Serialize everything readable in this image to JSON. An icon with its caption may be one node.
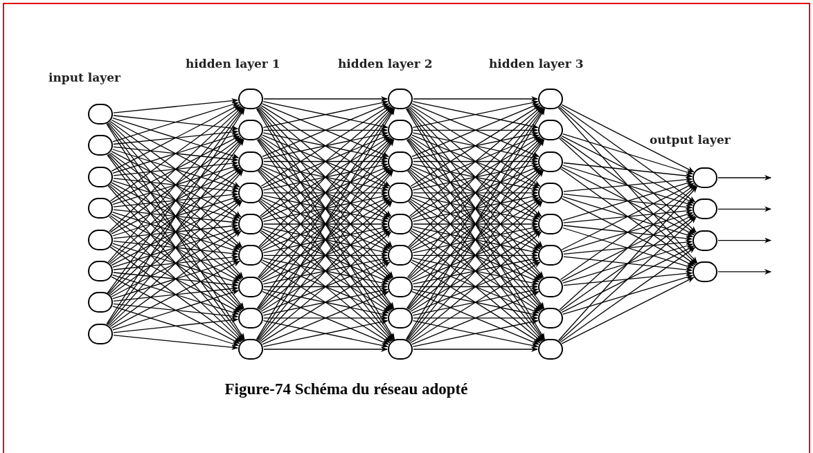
{
  "diagram": {
    "caption": "Figure-74 Schéma du réseau adopté",
    "nodes": [
      {
        "text": [],
        "shape": "circle"
      },
      {
        "text": [],
        "shape": "circle"
      },
      {
        "text": [],
        "shape": "circle"
      },
      {
        "text": [],
        "shape": "circle"
      },
      {
        "text": [],
        "shape": "circle"
      },
      {
        "text": [],
        "shape": "circle"
      },
      {
        "text": [],
        "shape": "circle"
      },
      {
        "text": [],
        "shape": "circle"
      },
      {
        "text": [],
        "shape": "circle"
      },
      {
        "text": [],
        "shape": "circle"
      },
      {
        "text": [],
        "shape": "circle"
      },
      {
        "text": [],
        "shape": "circle"
      },
      {
        "text": [],
        "shape": "circle"
      },
      {
        "text": [],
        "shape": "circle"
      },
      {
        "text": [],
        "shape": "circle"
      },
      {
        "text": [],
        "shape": "circle"
      },
      {
        "text": [],
        "shape": "circle"
      },
      {
        "text": [],
        "shape": "circle"
      },
      {
        "text": [],
        "shape": "circle"
      },
      {
        "text": [],
        "shape": "circle"
      },
      {
        "text": [],
        "shape": "circle"
      },
      {
        "text": [],
        "shape": "circle"
      },
      {
        "text": [],
        "shape": "circle"
      },
      {
        "text": [],
        "shape": "circle"
      },
      {
        "text": [],
        "shape": "circle"
      },
      {
        "text": [],
        "shape": "circle"
      },
      {
        "text": [],
        "shape": "circle"
      },
      {
        "text": [],
        "shape": "circle"
      },
      {
        "text": [],
        "shape": "circle"
      },
      {
        "text": [],
        "shape": "circle"
      },
      {
        "text": [],
        "shape": "circle"
      },
      {
        "text": [],
        "shape": "circle"
      },
      {
        "text": [],
        "shape": "circle"
      },
      {
        "text": [],
        "shape": "circle"
      },
      {
        "text": [],
        "shape": "circle"
      },
      {
        "text": [],
        "shape": "circle"
      },
      {
        "text": [],
        "shape": "circle"
      },
      {
        "text": [],
        "shape": "circle"
      },
      {
        "text": [],
        "shape": "circle"
      }
    ],
    "edges": [
      {
        "from": 0,
        "to": 8,
        "arrow": "to"
      },
      {
        "from": 0,
        "to": 9,
        "arrow": "to"
      },
      {
        "from": 0,
        "to": 10,
        "arrow": "to"
      },
      {
        "from": 0,
        "to": 11,
        "arrow": "to"
      },
      {
        "from": 0,
        "to": 12,
        "arrow": "to"
      },
      {
        "from": 0,
        "to": 13,
        "arrow": "to"
      },
      {
        "from": 0,
        "to": 14,
        "arrow": "to"
      },
      {
        "from": 0,
        "to": 15,
        "arrow": "to"
      },
      {
        "from": 0,
        "to": 16,
        "arrow": "to"
      },
      {
        "from": 1,
        "to": 8,
        "arrow": "to"
      },
      {
        "from": 1,
        "to": 9,
        "arrow": "to"
      },
      {
        "from": 1,
        "to": 10,
        "arrow": "to"
      },
      {
        "from": 1,
        "to": 11,
        "arrow": "to"
      },
      {
        "from": 1,
        "to": 12,
        "arrow": "to"
      },
      {
        "from": 1,
        "to": 13,
        "arrow": "to"
      },
      {
        "from": 1,
        "to": 14,
        "arrow": "to"
      },
      {
        "from": 1,
        "to": 15,
        "arrow": "to"
      },
      {
        "from": 1,
        "to": 16,
        "arrow": "to"
      },
      {
        "from": 2,
        "to": 8,
        "arrow": "to"
      },
      {
        "from": 2,
        "to": 9,
        "arrow": "to"
      },
      {
        "from": 2,
        "to": 10,
        "arrow": "to"
      },
      {
        "from": 2,
        "to": 11,
        "arrow": "to"
      },
      {
        "from": 2,
        "to": 12,
        "arrow": "to"
      },
      {
        "from": 2,
        "to": 13,
        "arrow": "to"
      },
      {
        "from": 2,
        "to": 14,
        "arrow": "to"
      },
      {
        "from": 2,
        "to": 15,
        "arrow": "to"
      },
      {
        "from": 2,
        "to": 16,
        "arrow": "to"
      },
      {
        "from": 3,
        "to": 8,
        "arrow": "to"
      },
      {
        "from": 3,
        "to": 9,
        "arrow": "to"
      },
      {
        "from": 3,
        "to": 10,
        "arrow": "to"
      },
      {
        "from": 3,
        "to": 11,
        "arrow": "to"
      },
      {
        "from": 3,
        "to": 12,
        "arrow": "to"
      },
      {
        "from": 3,
        "to": 13,
        "arrow": "to"
      },
      {
        "from": 3,
        "to": 14,
        "arrow": "to"
      },
      {
        "from": 3,
        "to": 15,
        "arrow": "to"
      },
      {
        "from": 3,
        "to": 16,
        "arrow": "to"
      },
      {
        "from": 4,
        "to": 8,
        "arrow": "to"
      },
      {
        "from": 4,
        "to": 9,
        "arrow": "to"
      },
      {
        "from": 4,
        "to": 10,
        "arrow": "to"
      },
      {
        "from": 4,
        "to": 11,
        "arrow": "to"
      },
      {
        "from": 4,
        "to": 12,
        "arrow": "to"
      },
      {
        "from": 4,
        "to": 13,
        "arrow": "to"
      },
      {
        "from": 4,
        "to": 14,
        "arrow": "to"
      },
      {
        "from": 4,
        "to": 15,
        "arrow": "to"
      },
      {
        "from": 4,
        "to": 16,
        "arrow": "to"
      },
      {
        "from": 5,
        "to": 8,
        "arrow": "to"
      },
      {
        "from": 5,
        "to": 9,
        "arrow": "to"
      },
      {
        "from": 5,
        "to": 10,
        "arrow": "to"
      },
      {
        "from": 5,
        "to": 11,
        "arrow": "to"
      },
      {
        "from": 5,
        "to": 12,
        "arrow": "to"
      },
      {
        "from": 5,
        "to": 13,
        "arrow": "to"
      },
      {
        "from": 5,
        "to": 14,
        "arrow": "to"
      },
      {
        "from": 5,
        "to": 15,
        "arrow": "to"
      },
      {
        "from": 5,
        "to": 16,
        "arrow": "to"
      },
      {
        "from": 6,
        "to": 8,
        "arrow": "to"
      },
      {
        "from": 6,
        "to": 9,
        "arrow": "to"
      },
      {
        "from": 6,
        "to": 10,
        "arrow": "to"
      },
      {
        "from": 6,
        "to": 11,
        "arrow": "to"
      },
      {
        "from": 6,
        "to": 12,
        "arrow": "to"
      },
      {
        "from": 6,
        "to": 13,
        "arrow": "to"
      },
      {
        "from": 6,
        "to": 14,
        "arrow": "to"
      },
      {
        "from": 6,
        "to": 15,
        "arrow": "to"
      },
      {
        "from": 6,
        "to": 16,
        "arrow": "to"
      },
      {
        "from": 7,
        "to": 8,
        "arrow": "to"
      },
      {
        "from": 7,
        "to": 9,
        "arrow": "to"
      },
      {
        "from": 7,
        "to": 10,
        "arrow": "to"
      },
      {
        "from": 7,
        "to": 11,
        "arrow": "to"
      },
      {
        "from": 7,
        "to": 12,
        "arrow": "to"
      },
      {
        "from": 7,
        "to": 13,
        "arrow": "to"
      },
      {
        "from": 7,
        "to": 14,
        "arrow": "to"
      },
      {
        "from": 7,
        "to": 15,
        "arrow": "to"
      },
      {
        "from": 7,
        "to": 16,
        "arrow": "to"
      },
      {
        "from": 8,
        "to": 17,
        "arrow": "to"
      },
      {
        "from": 8,
        "to": 18,
        "arrow": "to"
      },
      {
        "from": 8,
        "to": 19,
        "arrow": "to"
      },
      {
        "from": 8,
        "to": 20,
        "arrow": "to"
      },
      {
        "from": 8,
        "to": 21,
        "arrow": "to"
      },
      {
        "from": 8,
        "to": 22,
        "arrow": "to"
      },
      {
        "from": 8,
        "to": 23,
        "arrow": "to"
      },
      {
        "from": 8,
        "to": 24,
        "arrow": "to"
      },
      {
        "from": 8,
        "to": 25,
        "arrow": "to"
      },
      {
        "from": 9,
        "to": 17,
        "arrow": "to"
      },
      {
        "from": 9,
        "to": 18,
        "arrow": "to"
      },
      {
        "from": 9,
        "to": 19,
        "arrow": "to"
      },
      {
        "from": 9,
        "to": 20,
        "arrow": "to"
      },
      {
        "from": 9,
        "to": 21,
        "arrow": "to"
      },
      {
        "from": 9,
        "to": 22,
        "arrow": "to"
      },
      {
        "from": 9,
        "to": 23,
        "arrow": "to"
      },
      {
        "from": 9,
        "to": 24,
        "arrow": "to"
      },
      {
        "from": 9,
        "to": 25,
        "arrow": "to"
      },
      {
        "from": 10,
        "to": 17,
        "arrow": "to"
      },
      {
        "from": 10,
        "to": 18,
        "arrow": "to"
      },
      {
        "from": 10,
        "to": 19,
        "arrow": "to"
      },
      {
        "from": 10,
        "to": 20,
        "arrow": "to"
      },
      {
        "from": 10,
        "to": 21,
        "arrow": "to"
      },
      {
        "from": 10,
        "to": 22,
        "arrow": "to"
      },
      {
        "from": 10,
        "to": 23,
        "arrow": "to"
      },
      {
        "from": 10,
        "to": 24,
        "arrow": "to"
      },
      {
        "from": 10,
        "to": 25,
        "arrow": "to"
      },
      {
        "from": 11,
        "to": 17,
        "arrow": "to"
      },
      {
        "from": 11,
        "to": 18,
        "arrow": "to"
      },
      {
        "from": 11,
        "to": 19,
        "arrow": "to"
      },
      {
        "from": 11,
        "to": 20,
        "arrow": "to"
      },
      {
        "from": 11,
        "to": 21,
        "arrow": "to"
      },
      {
        "from": 11,
        "to": 22,
        "arrow": "to"
      },
      {
        "from": 11,
        "to": 23,
        "arrow": "to"
      },
      {
        "from": 11,
        "to": 24,
        "arrow": "to"
      },
      {
        "from": 11,
        "to": 25,
        "arrow": "to"
      },
      {
        "from": 12,
        "to": 17,
        "arrow": "to"
      },
      {
        "from": 12,
        "to": 18,
        "arrow": "to"
      },
      {
        "from": 12,
        "to": 19,
        "arrow": "to"
      },
      {
        "from": 12,
        "to": 20,
        "arrow": "to"
      },
      {
        "from": 12,
        "to": 21,
        "arrow": "to"
      },
      {
        "from": 12,
        "to": 22,
        "arrow": "to"
      },
      {
        "from": 12,
        "to": 23,
        "arrow": "to"
      },
      {
        "from": 12,
        "to": 24,
        "arrow": "to"
      },
      {
        "from": 12,
        "to": 25,
        "arrow": "to"
      },
      {
        "from": 13,
        "to": 17,
        "arrow": "to"
      },
      {
        "from": 13,
        "to": 18,
        "arrow": "to"
      },
      {
        "from": 13,
        "to": 19,
        "arrow": "to"
      },
      {
        "from": 13,
        "to": 20,
        "arrow": "to"
      },
      {
        "from": 13,
        "to": 21,
        "arrow": "to"
      },
      {
        "from": 13,
        "to": 22,
        "arrow": "to"
      },
      {
        "from": 13,
        "to": 23,
        "arrow": "to"
      },
      {
        "from": 13,
        "to": 24,
        "arrow": "to"
      },
      {
        "from": 13,
        "to": 25,
        "arrow": "to"
      },
      {
        "from": 14,
        "to": 17,
        "arrow": "to"
      },
      {
        "from": 14,
        "to": 18,
        "arrow": "to"
      },
      {
        "from": 14,
        "to": 19,
        "arrow": "to"
      },
      {
        "from": 14,
        "to": 20,
        "arrow": "to"
      },
      {
        "from": 14,
        "to": 21,
        "arrow": "to"
      },
      {
        "from": 14,
        "to": 22,
        "arrow": "to"
      },
      {
        "from": 14,
        "to": 23,
        "arrow": "to"
      },
      {
        "from": 14,
        "to": 24,
        "arrow": "to"
      },
      {
        "from": 14,
        "to": 25,
        "arrow": "to"
      },
      {
        "from": 15,
        "to": 17,
        "arrow": "to"
      },
      {
        "from": 15,
        "to": 18,
        "arrow": "to"
      },
      {
        "from": 15,
        "to": 19,
        "arrow": "to"
      },
      {
        "from": 15,
        "to": 20,
        "arrow": "to"
      },
      {
        "from": 15,
        "to": 21,
        "arrow": "to"
      },
      {
        "from": 15,
        "to": 22,
        "arrow": "to"
      },
      {
        "from": 15,
        "to": 23,
        "arrow": "to"
      },
      {
        "from": 15,
        "to": 24,
        "arrow": "to"
      },
      {
        "from": 15,
        "to": 25,
        "arrow": "to"
      },
      {
        "from": 16,
        "to": 17,
        "arrow": "to"
      },
      {
        "from": 16,
        "to": 18,
        "arrow": "to"
      },
      {
        "from": 16,
        "to": 19,
        "arrow": "to"
      },
      {
        "from": 16,
        "to": 20,
        "arrow": "to"
      },
      {
        "from": 16,
        "to": 21,
        "arrow": "to"
      },
      {
        "from": 16,
        "to": 22,
        "arrow": "to"
      },
      {
        "from": 16,
        "to": 23,
        "arrow": "to"
      },
      {
        "from": 16,
        "to": 24,
        "arrow": "to"
      },
      {
        "from": 16,
        "to": 25,
        "arrow": "to"
      },
      {
        "from": 17,
        "to": 26,
        "arrow": "to"
      },
      {
        "from": 17,
        "to": 27,
        "arrow": "to"
      },
      {
        "from": 17,
        "to": 28,
        "arrow": "to"
      },
      {
        "from": 17,
        "to": 29,
        "arrow": "to"
      },
      {
        "from": 17,
        "to": 30,
        "arrow": "to"
      },
      {
        "from": 17,
        "to": 31,
        "arrow": "to"
      },
      {
        "from": 17,
        "to": 32,
        "arrow": "to"
      },
      {
        "from": 17,
        "to": 33,
        "arrow": "to"
      },
      {
        "from": 17,
        "to": 34,
        "arrow": "to"
      },
      {
        "from": 18,
        "to": 26,
        "arrow": "to"
      },
      {
        "from": 18,
        "to": 27,
        "arrow": "to"
      },
      {
        "from": 18,
        "to": 28,
        "arrow": "to"
      },
      {
        "from": 18,
        "to": 29,
        "arrow": "to"
      },
      {
        "from": 18,
        "to": 30,
        "arrow": "to"
      },
      {
        "from": 18,
        "to": 31,
        "arrow": "to"
      },
      {
        "from": 18,
        "to": 32,
        "arrow": "to"
      },
      {
        "from": 18,
        "to": 33,
        "arrow": "to"
      },
      {
        "from": 18,
        "to": 34,
        "arrow": "to"
      },
      {
        "from": 19,
        "to": 26,
        "arrow": "to"
      },
      {
        "from": 19,
        "to": 27,
        "arrow": "to"
      },
      {
        "from": 19,
        "to": 28,
        "arrow": "to"
      },
      {
        "from": 19,
        "to": 29,
        "arrow": "to"
      },
      {
        "from": 19,
        "to": 30,
        "arrow": "to"
      },
      {
        "from": 19,
        "to": 31,
        "arrow": "to"
      },
      {
        "from": 19,
        "to": 32,
        "arrow": "to"
      },
      {
        "from": 19,
        "to": 33,
        "arrow": "to"
      },
      {
        "from": 19,
        "to": 34,
        "arrow": "to"
      },
      {
        "from": 20,
        "to": 26,
        "arrow": "to"
      },
      {
        "from": 20,
        "to": 27,
        "arrow": "to"
      },
      {
        "from": 20,
        "to": 28,
        "arrow": "to"
      },
      {
        "from": 20,
        "to": 29,
        "arrow": "to"
      },
      {
        "from": 20,
        "to": 30,
        "arrow": "to"
      },
      {
        "from": 20,
        "to": 31,
        "arrow": "to"
      },
      {
        "from": 20,
        "to": 32,
        "arrow": "to"
      },
      {
        "from": 20,
        "to": 33,
        "arrow": "to"
      },
      {
        "from": 20,
        "to": 34,
        "arrow": "to"
      },
      {
        "from": 21,
        "to": 26,
        "arrow": "to"
      },
      {
        "from": 21,
        "to": 27,
        "arrow": "to"
      },
      {
        "from": 21,
        "to": 28,
        "arrow": "to"
      },
      {
        "from": 21,
        "to": 29,
        "arrow": "to"
      },
      {
        "from": 21,
        "to": 30,
        "arrow": "to"
      },
      {
        "from": 21,
        "to": 31,
        "arrow": "to"
      },
      {
        "from": 21,
        "to": 32,
        "arrow": "to"
      },
      {
        "from": 21,
        "to": 33,
        "arrow": "to"
      },
      {
        "from": 21,
        "to": 34,
        "arrow": "to"
      },
      {
        "from": 22,
        "to": 26,
        "arrow": "to"
      },
      {
        "from": 22,
        "to": 27,
        "arrow": "to"
      },
      {
        "from": 22,
        "to": 28,
        "arrow": "to"
      },
      {
        "from": 22,
        "to": 29,
        "arrow": "to"
      },
      {
        "from": 22,
        "to": 30,
        "arrow": "to"
      },
      {
        "from": 22,
        "to": 31,
        "arrow": "to"
      },
      {
        "from": 22,
        "to": 32,
        "arrow": "to"
      },
      {
        "from": 22,
        "to": 33,
        "arrow": "to"
      },
      {
        "from": 22,
        "to": 34,
        "arrow": "to"
      },
      {
        "from": 23,
        "to": 26,
        "arrow": "to"
      },
      {
        "from": 23,
        "to": 27,
        "arrow": "to"
      },
      {
        "from": 23,
        "to": 28,
        "arrow": "to"
      },
      {
        "from": 23,
        "to": 29,
        "arrow": "to"
      },
      {
        "from": 23,
        "to": 30,
        "arrow": "to"
      },
      {
        "from": 23,
        "to": 31,
        "arrow": "to"
      },
      {
        "from": 23,
        "to": 32,
        "arrow": "to"
      },
      {
        "from": 23,
        "to": 33,
        "arrow": "to"
      },
      {
        "from": 23,
        "to": 34,
        "arrow": "to"
      },
      {
        "from": 24,
        "to": 26,
        "arrow": "to"
      },
      {
        "from": 24,
        "to": 27,
        "arrow": "to"
      },
      {
        "from": 24,
        "to": 28,
        "arrow": "to"
      },
      {
        "from": 24,
        "to": 29,
        "arrow": "to"
      },
      {
        "from": 24,
        "to": 30,
        "arrow": "to"
      },
      {
        "from": 24,
        "to": 31,
        "arrow": "to"
      },
      {
        "from": 24,
        "to": 32,
        "arrow": "to"
      },
      {
        "from": 24,
        "to": 33,
        "arrow": "to"
      },
      {
        "from": 24,
        "to": 34,
        "arrow": "to"
      },
      {
        "from": 25,
        "to": 26,
        "arrow": "to"
      },
      {
        "from": 25,
        "to": 27,
        "arrow": "to"
      },
      {
        "from": 25,
        "to": 28,
        "arrow": "to"
      },
      {
        "from": 25,
        "to": 29,
        "arrow": "to"
      },
      {
        "from": 25,
        "to": 30,
        "arrow": "to"
      },
      {
        "from": 25,
        "to": 31,
        "arrow": "to"
      },
      {
        "from": 25,
        "to": 32,
        "arrow": "to"
      },
      {
        "from": 25,
        "to": 33,
        "arrow": "to"
      },
      {
        "from": 25,
        "to": 34,
        "arrow": "to"
      },
      {
        "from": 26,
        "to": 35,
        "arrow": "to"
      },
      {
        "from": 26,
        "to": 36,
        "arrow": "to"
      },
      {
        "from": 26,
        "to": 37,
        "arrow": "to"
      },
      {
        "from": 26,
        "to": 38,
        "arrow": "to"
      },
      {
        "from": 27,
        "to": 35,
        "arrow": "to"
      },
      {
        "from": 27,
        "to": 36,
        "arrow": "to"
      },
      {
        "from": 27,
        "to": 37,
        "arrow": "to"
      },
      {
        "from": 27,
        "to": 38,
        "arrow": "to"
      },
      {
        "from": 28,
        "to": 35,
        "arrow": "to"
      },
      {
        "from": 28,
        "to": 36,
        "arrow": "to"
      },
      {
        "from": 28,
        "to": 37,
        "arrow": "to"
      },
      {
        "from": 28,
        "to": 38,
        "arrow": "to"
      },
      {
        "from": 29,
        "to": 35,
        "arrow": "to"
      },
      {
        "from": 29,
        "to": 36,
        "arrow": "to"
      },
      {
        "from": 29,
        "to": 37,
        "arrow": "to"
      },
      {
        "from": 29,
        "to": 38,
        "arrow": "to"
      },
      {
        "from": 30,
        "to": 35,
        "arrow": "to"
      },
      {
        "from": 30,
        "to": 36,
        "arrow": "to"
      },
      {
        "from": 30,
        "to": 37,
        "arrow": "to"
      },
      {
        "from": 30,
        "to": 38,
        "arrow": "to"
      },
      {
        "from": 31,
        "to": 35,
        "arrow": "to"
      },
      {
        "from": 31,
        "to": 36,
        "arrow": "to"
      },
      {
        "from": 31,
        "to": 37,
        "arrow": "to"
      },
      {
        "from": 31,
        "to": 38,
        "arrow": "to"
      },
      {
        "from": 32,
        "to": 35,
        "arrow": "to"
      },
      {
        "from": 32,
        "to": 36,
        "arrow": "to"
      },
      {
        "from": 32,
        "to": 37,
        "arrow": "to"
      },
      {
        "from": 32,
        "to": 38,
        "arrow": "to"
      },
      {
        "from": 33,
        "to": 35,
        "arrow": "to"
      },
      {
        "from": 33,
        "to": 36,
        "arrow": "to"
      },
      {
        "from": 33,
        "to": 37,
        "arrow": "to"
      },
      {
        "from": 33,
        "to": 38,
        "arrow": "to"
      },
      {
        "from": 34,
        "to": 35,
        "arrow": "to"
      },
      {
        "from": 34,
        "to": 36,
        "arrow": "to"
      },
      {
        "from": 34,
        "to": 37,
        "arrow": "to"
      },
      {
        "from": 34,
        "to": 38,
        "arrow": "to"
      },
      {
        "from": 35,
        "to": null,
        "arrow": "to"
      },
      {
        "from": 36,
        "to": null,
        "arrow": "to"
      },
      {
        "from": 37,
        "to": null,
        "arrow": "to"
      },
      {
        "from": 38,
        "to": null,
        "arrow": "to"
      }
    ],
    "labels": [
      "input layer",
      "hidden layer 1",
      "hidden layer 2",
      "hidden layer 3",
      "output layer"
    ]
  }
}
